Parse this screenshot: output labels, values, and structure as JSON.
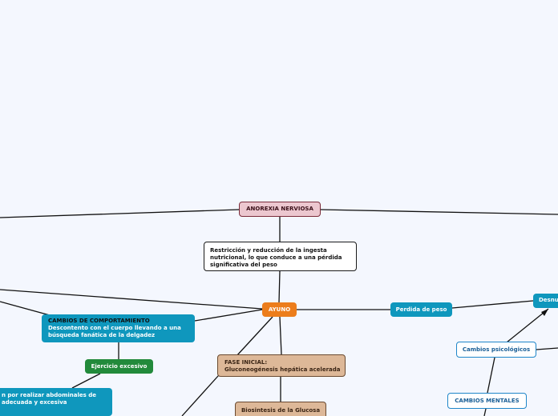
{
  "nodes": {
    "anorexia": "ANOREXIA NERVIOSA",
    "definicion": "Restricción y reducción de la ingesta nutricional, lo que conduce a una pérdida significativa del peso",
    "ayuno": "AYUNO",
    "perdida_peso": "Perdida de peso",
    "desnutricion": "Desnu",
    "cambios_psicologicos": "Cambios psicológicos",
    "cambios_mentales": "CAMBIOS MENTALES",
    "comportamiento_titulo": "CAMBIOS DE COMPORTAMIENTO",
    "comportamiento_texto": "Descontento con el cuerpo llevando a una búsqueda fanática de la delgadez",
    "ejercicio": "Ejercicio excesivo",
    "abdominales_l1": "n por realizar abdominales de",
    "abdominales_l2": "adecuada y excesiva",
    "fase_inicial_l1": "FASE INICIAL:",
    "fase_inicial_l2": "Gluconeogénesis hepática acelerada",
    "biosintesis": "Biosintesis de la Glucosa"
  },
  "colors": {
    "background": "#f4f7fe",
    "topic": "#ecc7cf",
    "orange": "#ec7d1b",
    "teal": "#0f97bd",
    "green": "#228a3b",
    "tan": "#ddb898",
    "outline": "#1f86c9"
  }
}
